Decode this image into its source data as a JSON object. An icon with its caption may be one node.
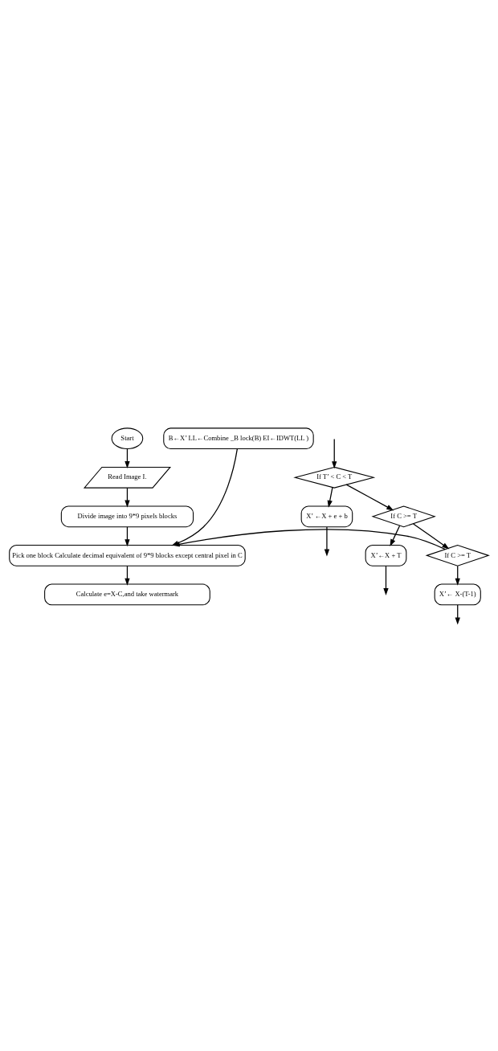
{
  "diagram": {
    "nodes": [
      {
        "text": [
          "Start"
        ]
      },
      {
        "text": [
          "Read Image I."
        ]
      },
      {
        "text": [
          "Divide image into 9*9 pixels blocks"
        ]
      },
      {
        "text": [
          "Pick one block Calculate decimal equivalent of 9*9 blocks except central pixel in C"
        ]
      },
      {
        "text": [
          "Calculate e=X-C,and take watermark"
        ]
      },
      {
        "text": [
          "If T’ < C < T"
        ]
      },
      {
        "text": [
          "X’ ←X + e + b"
        ]
      },
      {
        "text": [
          "If C >= T"
        ]
      },
      {
        "text": [
          "X’←X + T"
        ]
      },
      {
        "text": [
          "If C >= T"
        ]
      },
      {
        "text": [
          "X’← X-(T-1)"
        ]
      },
      {
        "text": [
          "B←X’ LL←Combine _B lock(B) EI←IDWT(LL )"
        ]
      }
    ],
    "edges": [
      {
        "from": 0,
        "to": 1,
        "arrow": "to"
      },
      {
        "from": 1,
        "to": 2,
        "arrow": "to"
      },
      {
        "from": 2,
        "to": 3,
        "arrow": "to"
      },
      {
        "from": 3,
        "to": 4,
        "arrow": "to"
      },
      {
        "from": null,
        "to": 5,
        "arrow": "to"
      },
      {
        "from": 5,
        "to": 6,
        "arrow": "to"
      },
      {
        "from": 5,
        "to": 7,
        "arrow": "to"
      },
      {
        "from": 7,
        "to": 8,
        "arrow": "to"
      },
      {
        "from": 7,
        "to": 9,
        "arrow": "to"
      },
      {
        "from": 9,
        "to": 10,
        "arrow": "to"
      },
      {
        "from": 9,
        "to": 3,
        "arrow": "to"
      },
      {
        "from": 6,
        "to": null,
        "arrow": "to"
      },
      {
        "from": 8,
        "to": null,
        "arrow": "to"
      },
      {
        "from": 10,
        "to": null,
        "arrow": "to"
      },
      {
        "from": 11,
        "to": 3,
        "arrow": "to"
      }
    ]
  }
}
